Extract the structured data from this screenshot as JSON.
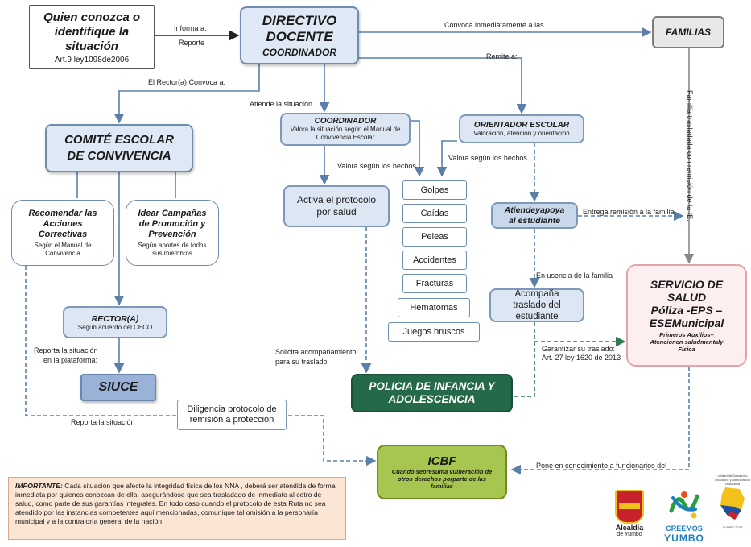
{
  "reporter": {
    "title": "Quien conozca o identifique la situación",
    "law": "Art.9 ley1098de2006"
  },
  "directivo": {
    "title": "DIRECTIVO DOCENTE",
    "sub": "COORDINADOR"
  },
  "familias": {
    "title": "FAMILIAS"
  },
  "comite": {
    "title": "COMITÉ ESCOLAR DE CONVIVENCIA"
  },
  "coordinador": {
    "title": "COORDINADOR",
    "desc": "Valora la situación según el Manual de Convivencia Escolar"
  },
  "orientador": {
    "title": "ORIENTADOR ESCOLAR",
    "desc": "Valoración, atención y orientación"
  },
  "recomendar": {
    "title": "Recomendar las Acciones Correctivas",
    "desc": "Según el Manual de Convivencia"
  },
  "idear": {
    "title": "Idear Campañas de Promoción y Prevención",
    "desc": "Según aportes de todos sus miembros"
  },
  "activa": {
    "title": "Activa el protocolo por salud"
  },
  "hechos": [
    "Golpes",
    "Caídas",
    "Peleas",
    "Accidentes",
    "Fracturas",
    "Hematomas",
    "Juegos bruscos"
  ],
  "atiende_apoya": {
    "title": "Atiendeyapoya al estudiante"
  },
  "acompana": {
    "title": "Acompaña traslado del estudiante"
  },
  "salud": {
    "title": "SERVICIO DE SALUD",
    "sub": "Póliza -EPS – ESEMunicipal",
    "desc": "Primeros Auxilios–Atenciónen saludmentaly Física"
  },
  "rector": {
    "title": "RECTOR(A)",
    "desc": "Según acuerdo del CECO"
  },
  "siuce": {
    "title": "SIUCE"
  },
  "policia": {
    "title": "POLICIA DE INFANCIA Y ADOLESCENCIA"
  },
  "diligencia": {
    "title": "Diligencia protocolo de remisión a protección"
  },
  "icbf": {
    "title": "ICBF",
    "desc": "Cuando sepresuma vulneración de otros derechos porparte de las familias"
  },
  "important": {
    "label": "IMPORTANTE:",
    "text": "Cada situación que afecte la integridad física de los NNA , deberá ser atendida de forma inmediata por quienes conozcan de ella, asegurándose que sea trasladado de inmediato al cetro de salud, como parte de sus garantías integrales. En todo caso cuando el protocolo de esta Ruta no sea atendido por las instancias competentes aquí mencionadas, comunique tal omisión a la personaría municipal y a la contraloría general de la nación"
  },
  "labels": {
    "informa1": "Informa a:",
    "informa2": "Reporte",
    "convoca_familias": "Convoca inmediatamente a las",
    "remite": "Remite a:",
    "rector_convoca": "El Rector(a) Convoca a:",
    "atiende_situacion": "Atiende la situación",
    "valora1": "Valora según los hechos",
    "valora2": "Valora según los hechos",
    "familia_trasladada": "Familia trasladada con remisión de la IE.",
    "entrega": "Entrega remisión a la familia",
    "ausencia": "En usencia de la familia",
    "garantizar1": "Garantizar su traslado:",
    "garantizar2": "Art. 27 ley 1620 de 2013",
    "reporta_plataforma1": "Reporta la situación",
    "reporta_plataforma2": "en la plataforma:",
    "solicita1": "Solicita acompañamiento",
    "solicita2": "para su traslado",
    "reporta_situacion": "Reporta la situación",
    "pone": "Pone en conocimiento a funcionarios del"
  },
  "logos": {
    "alcaldia1": "Alcaldía",
    "alcaldia2": "de Yumbo",
    "creemos1": "CREEMOS",
    "creemos2": "YUMBO",
    "edu_caption": "unidad de Desarrollo educativo y participación ciudadana",
    "edu_bottom": "YUMBO 2023"
  },
  "colors": {
    "blue_fill": "#dde7f3",
    "blue_border": "#7d98b8",
    "policia": "#256a48",
    "icbf": "#a7c64f",
    "salud_border": "#e3a4a8",
    "arrow_blue": "#5b7fa8",
    "arrow_green": "#2f7a4f"
  }
}
